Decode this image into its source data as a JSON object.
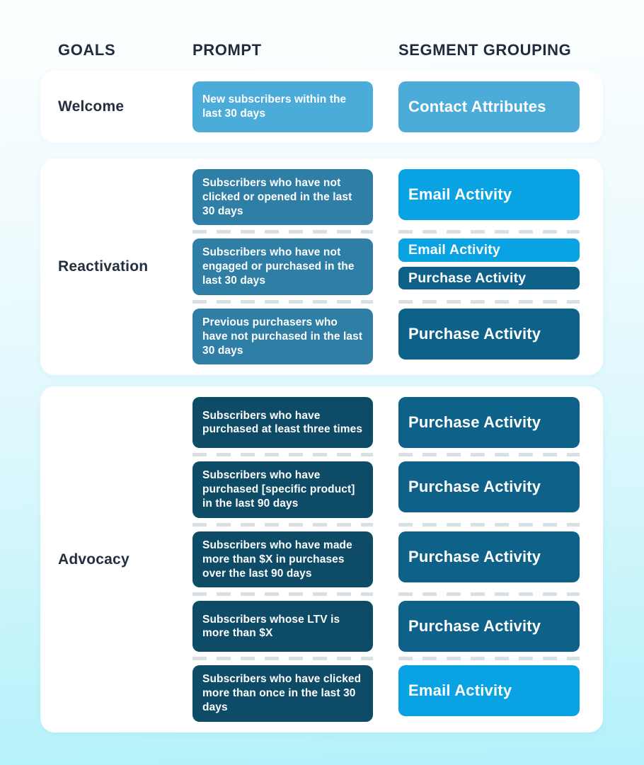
{
  "columns": {
    "goals": "GOALS",
    "prompt": "PROMPT",
    "segment": "SEGMENT GROUPING"
  },
  "colors": {
    "sky": "#4CACD9",
    "teal": "#2E7EA6",
    "bright": "#09A2E3",
    "blue": "#0E6189",
    "navy": "#0D4B66",
    "dash": "#D8E0E6",
    "heading_text": "#1F2C3D",
    "card_background": "#FFFFFF",
    "background_top": "#FDFFFF",
    "background_bottom": "#B3F1FA"
  },
  "sections": [
    {
      "goal": "Welcome",
      "rows": [
        {
          "prompt": "New subscribers within the last 30 days",
          "prompt_color": "sky",
          "segments": [
            {
              "label": "Contact Attributes",
              "color": "sky"
            }
          ]
        }
      ]
    },
    {
      "goal": "Reactivation",
      "rows": [
        {
          "prompt": "Subscribers who have not clicked or opened in the last 30 days",
          "prompt_color": "teal",
          "segments": [
            {
              "label": "Email Activity",
              "color": "bright"
            }
          ]
        },
        {
          "prompt": "Subscribers who have not engaged or purchased in the last 30 days",
          "prompt_color": "teal",
          "segments": [
            {
              "label": "Email Activity",
              "color": "bright"
            },
            {
              "label": "Purchase Activity",
              "color": "blue"
            }
          ]
        },
        {
          "prompt": "Previous purchasers who have not purchased in the last 30 days",
          "prompt_color": "teal",
          "segments": [
            {
              "label": "Purchase Activity",
              "color": "blue"
            }
          ]
        }
      ]
    },
    {
      "goal": "Advocacy",
      "rows": [
        {
          "prompt": "Subscribers who have purchased at least three times",
          "prompt_color": "navy",
          "segments": [
            {
              "label": "Purchase Activity",
              "color": "blue"
            }
          ]
        },
        {
          "prompt": "Subscribers who have purchased [specific product] in the last 90 days",
          "prompt_color": "navy",
          "segments": [
            {
              "label": "Purchase Activity",
              "color": "blue"
            }
          ]
        },
        {
          "prompt": "Subscribers who have made more than $X in purchases over the last 90 days",
          "prompt_color": "navy",
          "segments": [
            {
              "label": "Purchase Activity",
              "color": "blue"
            }
          ]
        },
        {
          "prompt": "Subscribers whose LTV is more than $X",
          "prompt_color": "navy",
          "segments": [
            {
              "label": "Purchase Activity",
              "color": "blue"
            }
          ]
        },
        {
          "prompt": "Subscribers who have clicked more than once in the last 30 days",
          "prompt_color": "navy",
          "segments": [
            {
              "label": "Email Activity",
              "color": "bright"
            }
          ]
        }
      ]
    }
  ]
}
